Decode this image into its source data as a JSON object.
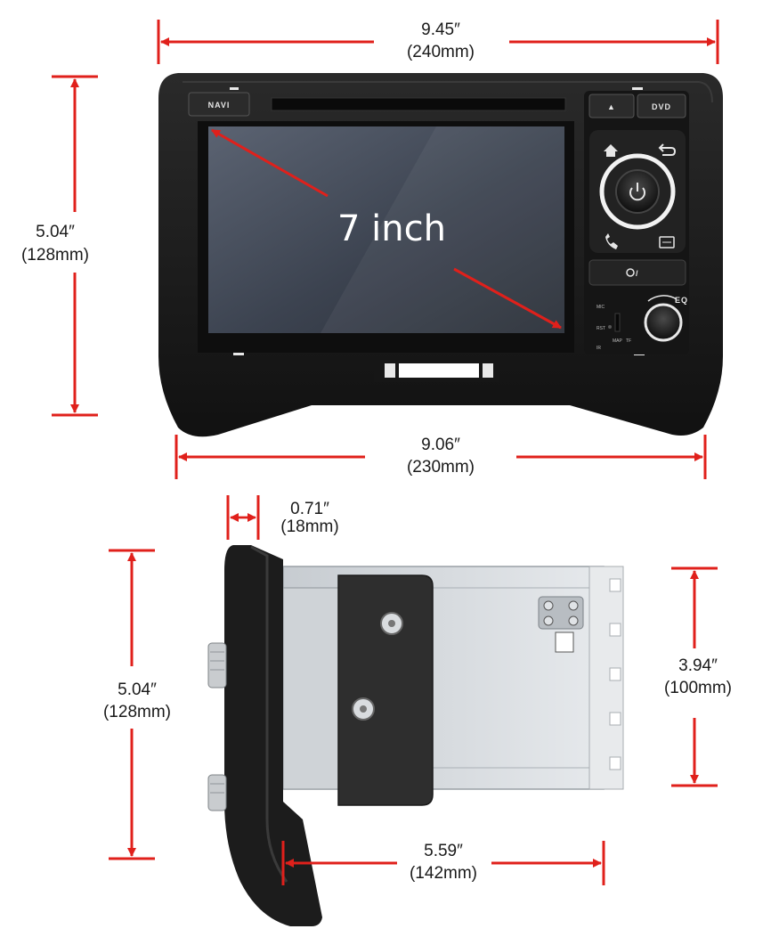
{
  "front_view": {
    "screen_label": "7 inch",
    "buttons": {
      "navi": "NAVI",
      "eject": "▲",
      "dvd": "DVD",
      "eq": "EQ",
      "mic": "MIC",
      "rst": "RST",
      "map": "MAP",
      "tf": "TF",
      "ir": "IR"
    },
    "dimensions": {
      "top_width": {
        "inch": "9.45″",
        "mm": "(240mm)"
      },
      "left_height": {
        "inch": "5.04″",
        "mm": "(128mm)"
      },
      "bottom_width": {
        "inch": "9.06″",
        "mm": "(230mm)"
      }
    }
  },
  "side_view": {
    "dimensions": {
      "bezel_depth": {
        "inch": "0.71″",
        "mm": "(18mm)"
      },
      "left_height": {
        "inch": "5.04″",
        "mm": "(128mm)"
      },
      "chassis_height": {
        "inch": "3.94″",
        "mm": "(100mm)"
      },
      "chassis_depth": {
        "inch": "5.59″",
        "mm": "(142mm)"
      }
    }
  },
  "colors": {
    "dimension_line": "#e0201b",
    "bezel": "#1b1b1b",
    "screen": "#4a5260",
    "chassis": "#d4d8dc"
  }
}
